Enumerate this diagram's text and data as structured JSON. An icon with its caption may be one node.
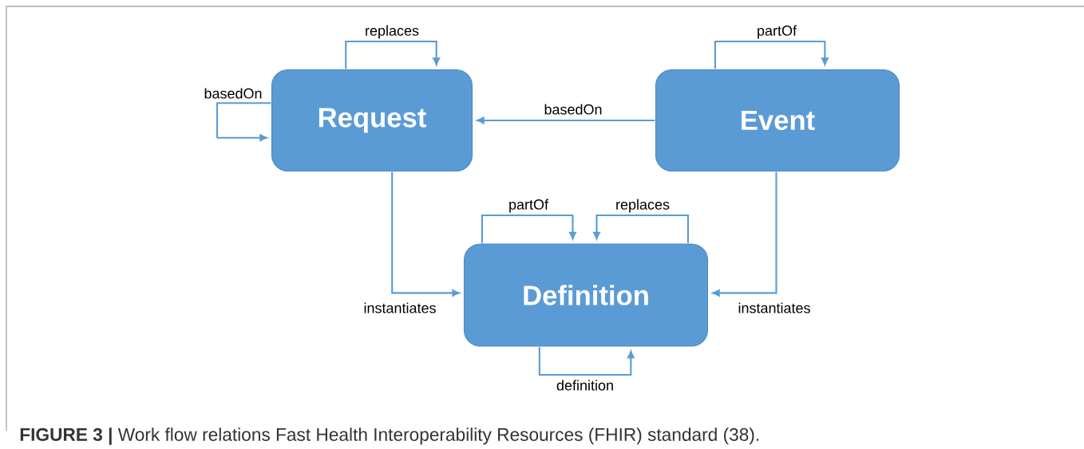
{
  "diagram": {
    "caption": "**FIGURE 3 |** Work flow relations Fast Health Interoperability Resources (FHIR) standard (38).",
    "nodes": [
      {
        "text": [
          "Request"
        ]
      },
      {
        "text": [
          "Event"
        ]
      },
      {
        "text": [
          "Definition"
        ]
      }
    ],
    "edges": [
      {
        "from": 0,
        "to": 0,
        "arrow": "to",
        "label": "replaces"
      },
      {
        "from": 0,
        "to": 0,
        "arrow": "to",
        "label": "basedOn"
      },
      {
        "from": 1,
        "to": 0,
        "arrow": "to",
        "label": "basedOn"
      },
      {
        "from": 1,
        "to": 1,
        "arrow": "to",
        "label": "partOf"
      },
      {
        "from": 0,
        "to": 2,
        "arrow": "to",
        "label": "instantiates"
      },
      {
        "from": 1,
        "to": 2,
        "arrow": "to",
        "label": "instantiates"
      },
      {
        "from": 2,
        "to": 2,
        "arrow": "to",
        "label": "partOf"
      },
      {
        "from": 2,
        "to": 2,
        "arrow": "to",
        "label": "replaces"
      },
      {
        "from": 2,
        "to": 2,
        "arrow": "to",
        "label": "definition"
      }
    ]
  }
}
